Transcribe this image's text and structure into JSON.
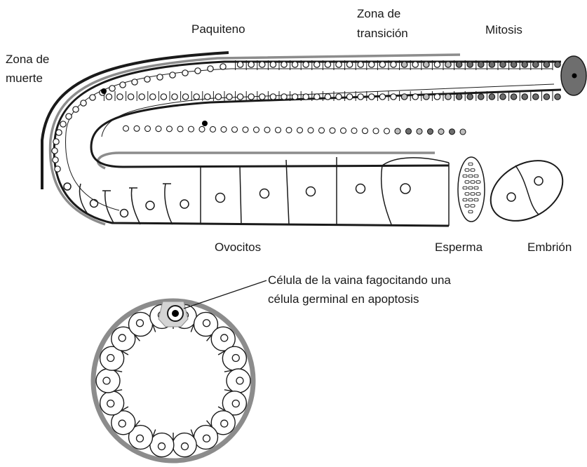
{
  "labels": {
    "zona_muerte_1": "Zona de",
    "zona_muerte_2": "muerte",
    "paquiteno": "Paquiteno",
    "zona_transicion_1": "Zona de",
    "zona_transicion_2": "transición",
    "mitosis": "Mitosis",
    "ovocitos": "Ovocitos",
    "esperma": "Esperma",
    "embrion": "Embrión",
    "callout_1": "Célula de la vaina fagocitando una",
    "callout_2": "célula germinal en apoptosis"
  },
  "colors": {
    "outline": "#1a1a1a",
    "sheath_gray": "#8c8c8c",
    "transition_cell": "#bdbdbd",
    "mitotic_cell": "#6e6e6e",
    "apoptotic_cell": "#000000"
  }
}
